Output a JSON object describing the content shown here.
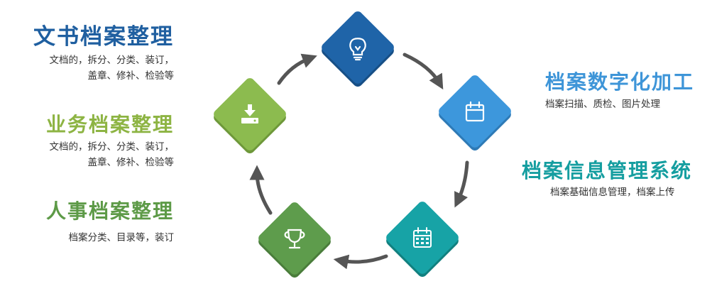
{
  "blocks": {
    "doc_archive": {
      "title": "文书档案整理",
      "lines": [
        "文档的，拆分、分类、装订，",
        "盖章、修补、检验等"
      ]
    },
    "business_archive": {
      "title": "业务档案整理",
      "lines": [
        "文档的，拆分、分类、装订，",
        "盖章、修补、检验等"
      ]
    },
    "personnel_archive": {
      "title": "人事档案整理",
      "lines": [
        "档案分类、目录等，装订"
      ]
    },
    "digitization": {
      "title": "档案数字化加工",
      "lines": [
        "档案扫描、质检、图片处理"
      ]
    },
    "info_system": {
      "title": "档案信息管理系统",
      "lines": [
        "档案基础信息管理，档案上传"
      ]
    }
  },
  "nodes": [
    {
      "name": "lightbulb-icon",
      "color": "#1f64a8",
      "shade": "#174f86"
    },
    {
      "name": "calendar-icon",
      "color": "#3d97dc",
      "shade": "#2e7ab6"
    },
    {
      "name": "calendar-grid-icon",
      "color": "#17a3a6",
      "shade": "#11807f"
    },
    {
      "name": "trophy-icon",
      "color": "#5e9c4c",
      "shade": "#4a7d3b"
    },
    {
      "name": "download-icon",
      "color": "#8cbb4f",
      "shade": "#6e983a"
    }
  ],
  "arrow_color": "#555555"
}
